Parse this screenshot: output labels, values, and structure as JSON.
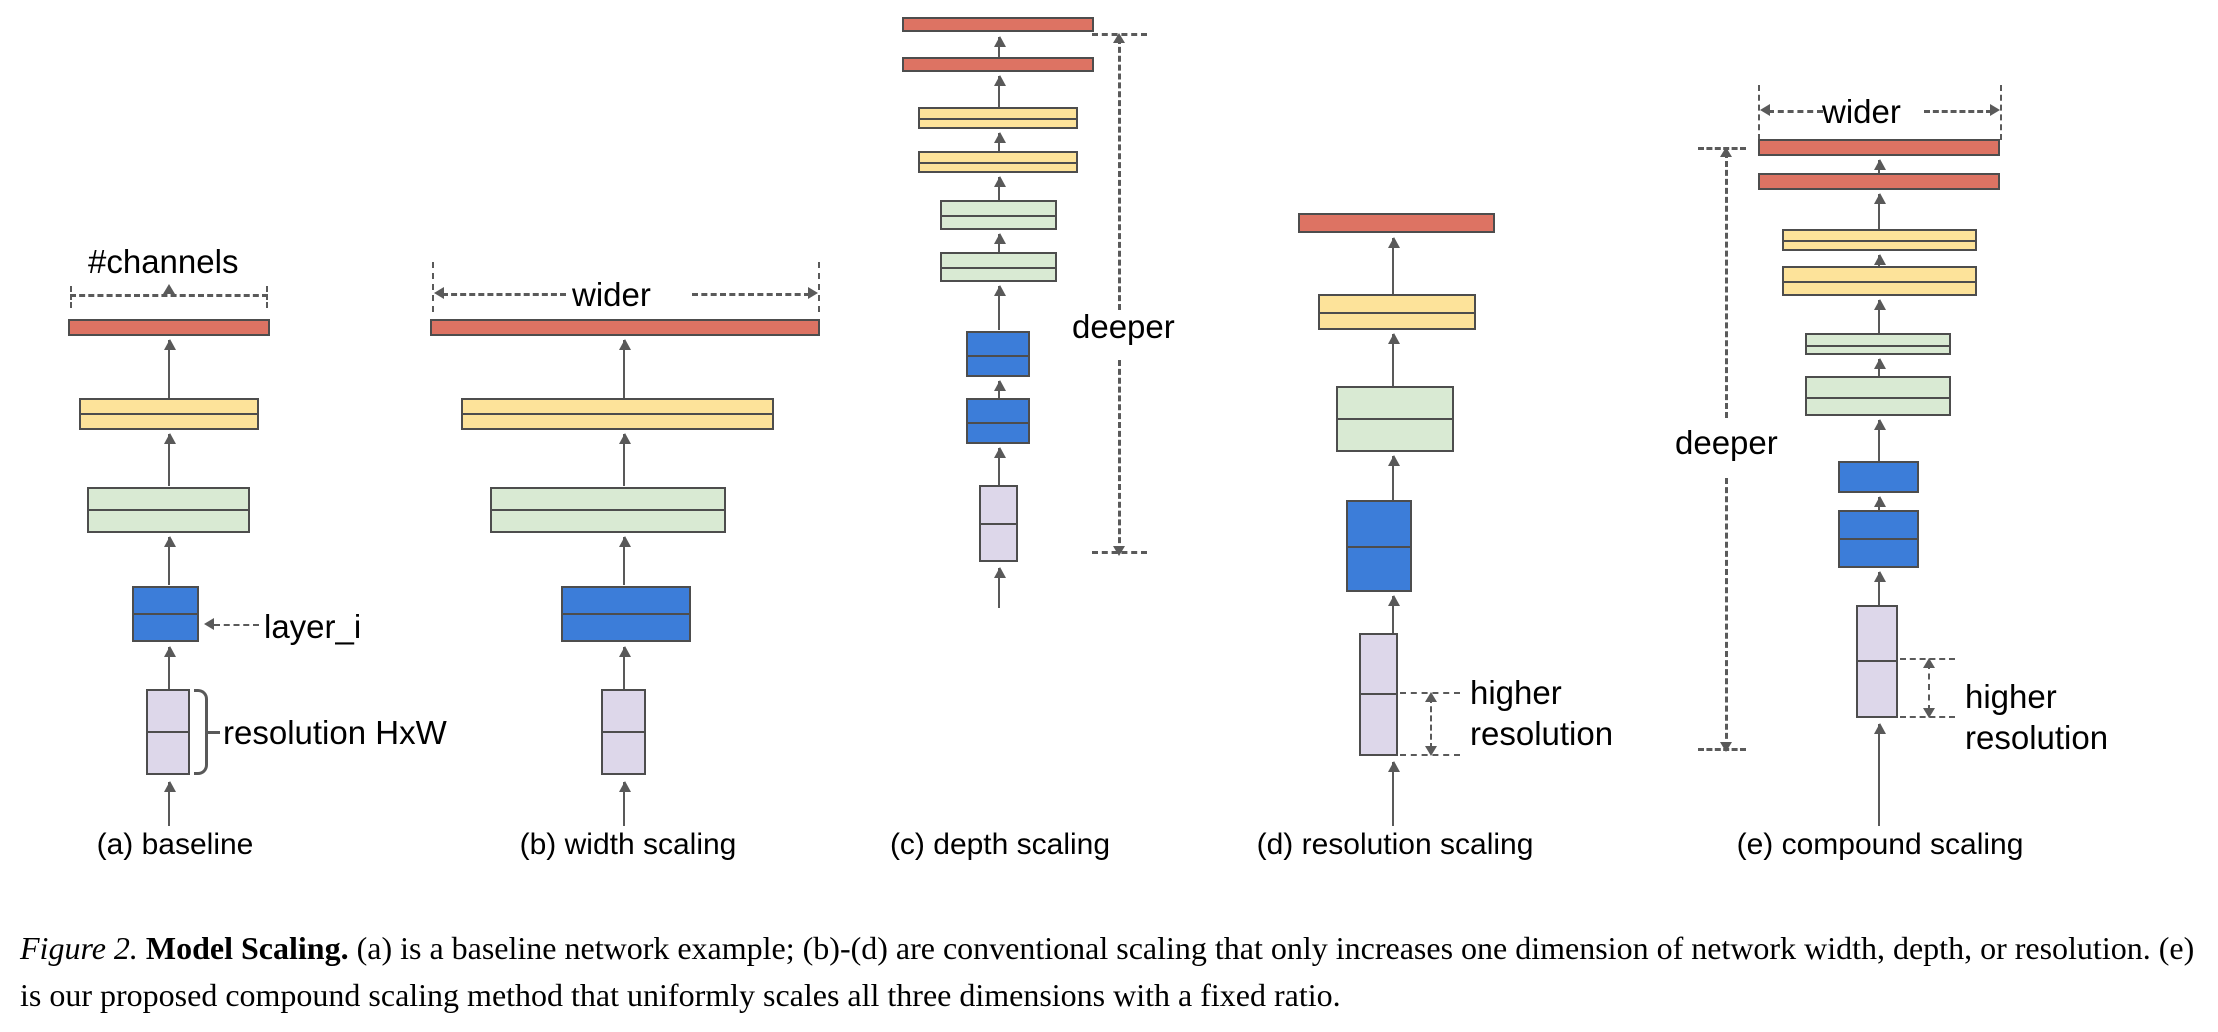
{
  "figure": {
    "number": "Figure 2.",
    "bold_title": "Model Scaling.",
    "caption_rest": " (a) is a baseline network example; (b)-(d) are conventional scaling that only increases one dimension of network width, depth, or resolution. (e) is our proposed compound scaling method that uniformly scales all three dimensions with a fixed ratio."
  },
  "annotations": {
    "channels": "#channels",
    "layer_i": "layer_i",
    "resolution": "resolution HxW",
    "wider_b": "wider",
    "deeper_c": "deeper",
    "higher_resolution_d": "higher\nresolution",
    "higher_res_line1_d": "higher",
    "higher_res_line2_d": "resolution",
    "wider_e": "wider",
    "deeper_e": "deeper",
    "higher_res_line1_e": "higher",
    "higher_res_line2_e": "resolution"
  },
  "colors": {
    "red": "#dd7363",
    "yellow": "#fde39a",
    "green": "#d9ead3",
    "blue": "#3c7dd9",
    "purple": "#ddd7ea",
    "stroke": "#4d4d4d",
    "arrow": "#595959",
    "dashed": "#5a5a5a",
    "background": "#ffffff"
  },
  "panels": [
    {
      "id": "a",
      "caption": "(a) baseline",
      "blocks": [
        {
          "color": "red",
          "label": "output-layer"
        },
        {
          "color": "yellow",
          "label": "layer-stage-4"
        },
        {
          "color": "green",
          "label": "layer-stage-3"
        },
        {
          "color": "blue",
          "label": "layer-stage-2"
        },
        {
          "color": "purple",
          "label": "input-layer"
        }
      ]
    },
    {
      "id": "b",
      "caption": "(b) width scaling",
      "blocks": [
        {
          "color": "red",
          "label": "output-layer"
        },
        {
          "color": "yellow",
          "label": "layer-stage-4"
        },
        {
          "color": "green",
          "label": "layer-stage-3"
        },
        {
          "color": "blue",
          "label": "layer-stage-2"
        },
        {
          "color": "purple",
          "label": "input-layer"
        }
      ]
    },
    {
      "id": "c",
      "caption": "(c) depth scaling",
      "blocks": [
        {
          "color": "red",
          "label": "output-layer-2"
        },
        {
          "color": "red",
          "label": "output-layer-1"
        },
        {
          "color": "yellow",
          "label": "layer-stage-4b"
        },
        {
          "color": "yellow",
          "label": "layer-stage-4a"
        },
        {
          "color": "green",
          "label": "layer-stage-3b"
        },
        {
          "color": "green",
          "label": "layer-stage-3a"
        },
        {
          "color": "blue",
          "label": "layer-stage-2b"
        },
        {
          "color": "blue",
          "label": "layer-stage-2a"
        },
        {
          "color": "purple",
          "label": "input-layer"
        }
      ]
    },
    {
      "id": "d",
      "caption": "(d) resolution scaling",
      "blocks": [
        {
          "color": "red",
          "label": "output-layer"
        },
        {
          "color": "yellow",
          "label": "layer-stage-4"
        },
        {
          "color": "green",
          "label": "layer-stage-3"
        },
        {
          "color": "blue",
          "label": "layer-stage-2"
        },
        {
          "color": "purple",
          "label": "input-layer"
        }
      ]
    },
    {
      "id": "e",
      "caption": "(e) compound scaling",
      "blocks": [
        {
          "color": "red",
          "label": "output-layer-2"
        },
        {
          "color": "red",
          "label": "output-layer-1"
        },
        {
          "color": "yellow",
          "label": "layer-stage-4b"
        },
        {
          "color": "yellow",
          "label": "layer-stage-4a"
        },
        {
          "color": "green",
          "label": "layer-stage-3b"
        },
        {
          "color": "green",
          "label": "layer-stage-3a"
        },
        {
          "color": "blue",
          "label": "layer-stage-2b"
        },
        {
          "color": "blue",
          "label": "layer-stage-2a"
        },
        {
          "color": "purple",
          "label": "input-layer"
        }
      ]
    }
  ]
}
